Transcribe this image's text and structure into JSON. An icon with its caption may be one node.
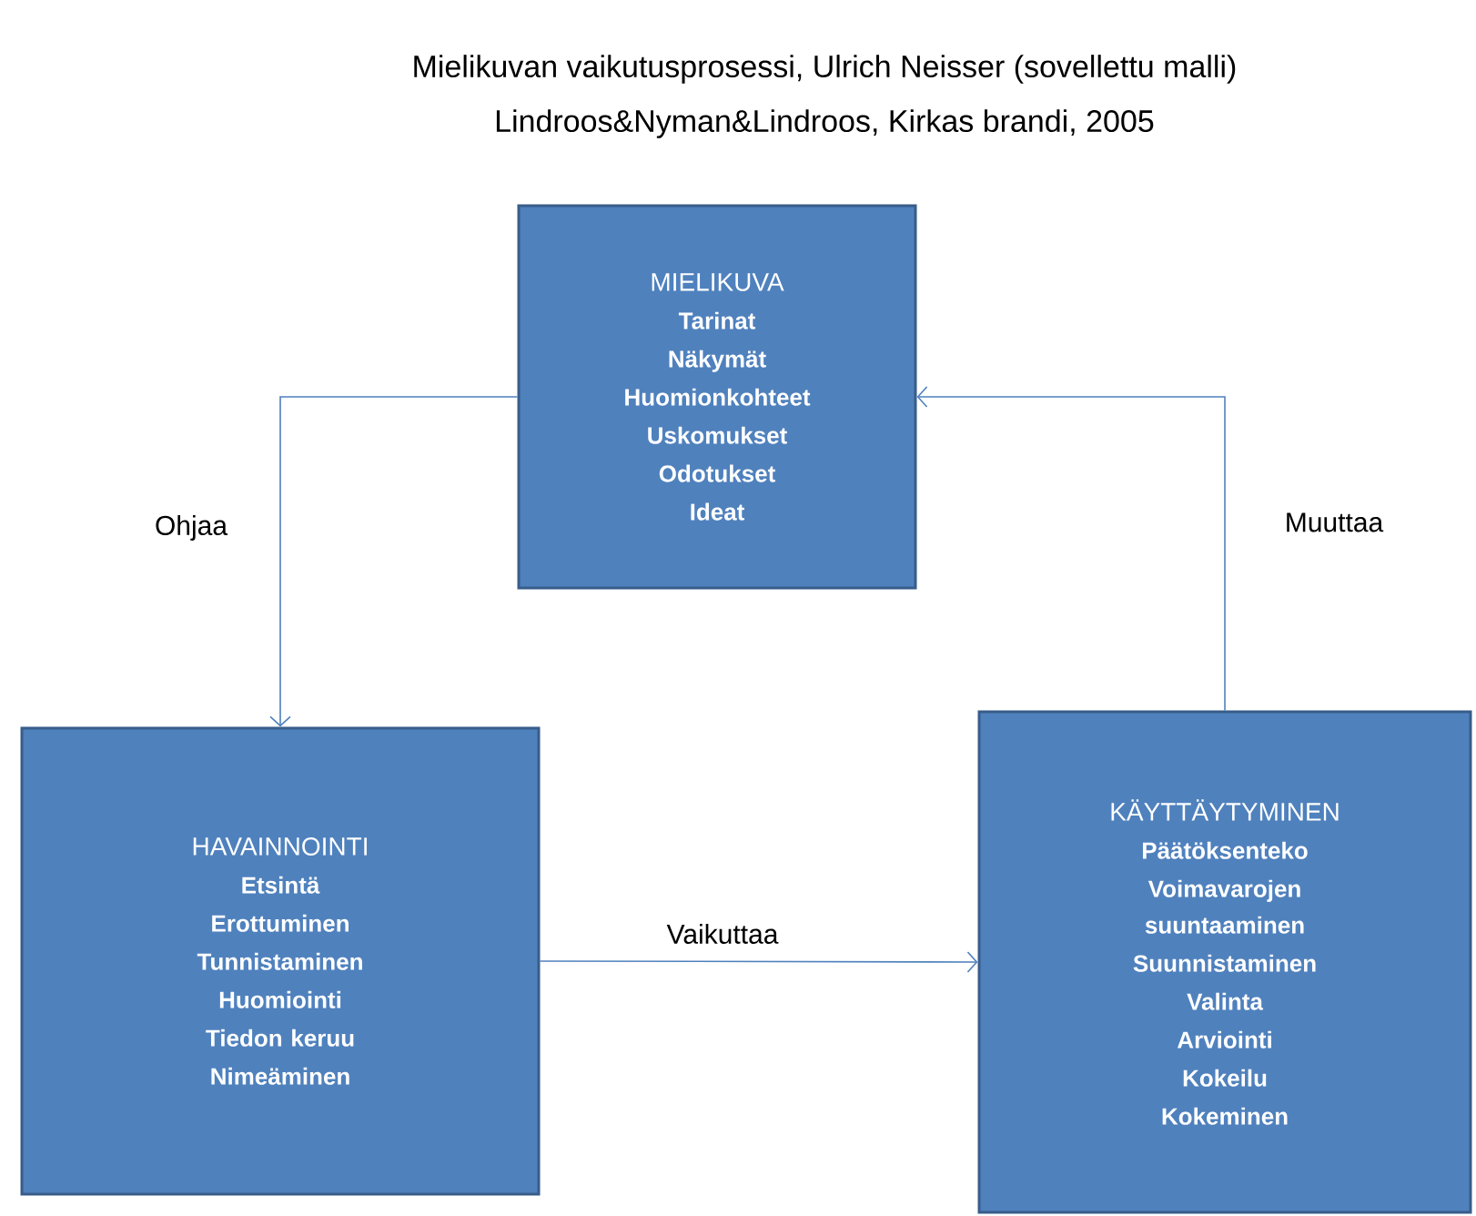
{
  "diagram": {
    "title": "Mielikuvan vaikutusprosessi, Ulrich Neisser (sovellettu malli)",
    "nodes": [
      {
        "text": [
          "MIELIKUVA",
          "Tarinat",
          "Näkymät",
          "Huomionkohteet",
          "Uskomukset",
          "Odotukset",
          "Ideat"
        ]
      },
      {
        "text": [
          "HAVAINNOINTI",
          "Etsintä",
          "Erottuminen",
          "Tunnistaminen",
          "Huomiointi",
          "Tiedon keruu",
          "Nimeäminen"
        ]
      },
      {
        "text": [
          "KÄYTTÄYTYMINEN",
          "Päätöksenteko",
          "Voimavarojen suuntaaminen",
          "Suunnistaminen",
          "Valinta",
          "Arviointi",
          "Kokeilu",
          "Kokeminen"
        ]
      }
    ],
    "edges": [
      {
        "from": 0,
        "to": 1,
        "arrow": "to",
        "label": "Ohjaa"
      },
      {
        "from": 1,
        "to": 2,
        "arrow": "to",
        "label": "Vaikuttaa"
      },
      {
        "from": 2,
        "to": 0,
        "arrow": "to",
        "label": "Muuttaa"
      }
    ],
    "labels": [
      "Lindroos&Nyman&Lindroos, Kirkas brandi, 2005"
    ]
  }
}
